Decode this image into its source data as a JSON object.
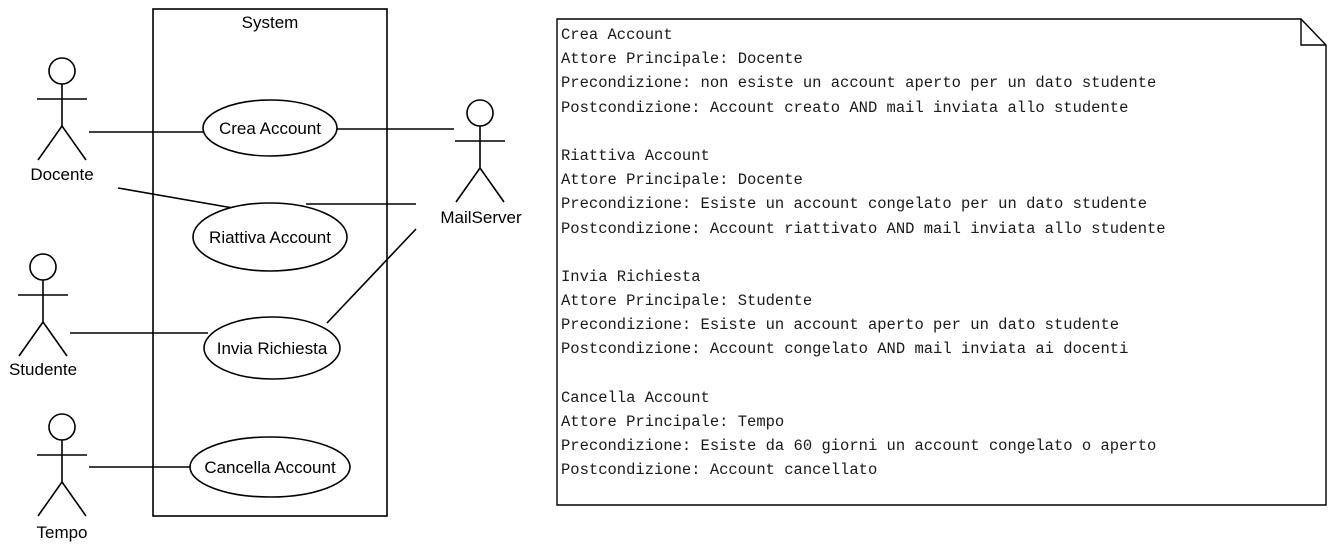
{
  "diagram": {
    "system_label": "System",
    "actors": {
      "docente": "Docente",
      "studente": "Studente",
      "tempo": "Tempo",
      "mailserver": "MailServer"
    },
    "use_cases": {
      "crea": "Crea Account",
      "riattiva": "Riattiva Account",
      "invia": "Invia Richiesta",
      "cancella": "Cancella Account"
    }
  },
  "note": {
    "blocks": [
      {
        "title": "Crea Account",
        "actor": "Attore Principale: Docente",
        "pre": "Precondizione: non esiste un account aperto per un dato studente",
        "post": "Postcondizione: Account creato AND mail inviata allo studente"
      },
      {
        "title": "Riattiva Account",
        "actor": "Attore Principale: Docente",
        "pre": "Precondizione: Esiste un account congelato per un dato studente",
        "post": "Postcondizione: Account riattivato AND mail inviata allo studente"
      },
      {
        "title": "Invia Richiesta",
        "actor": "Attore Principale: Studente",
        "pre": "Precondizione: Esiste un account aperto per un dato studente",
        "post": "Postcondizione: Account congelato AND mail inviata ai docenti"
      },
      {
        "title": "Cancella Account",
        "actor": "Attore Principale: Tempo",
        "pre": "Precondizione: Esiste da 60 giorni un account congelato o aperto",
        "post": "Postcondizione: Account cancellato"
      }
    ]
  }
}
